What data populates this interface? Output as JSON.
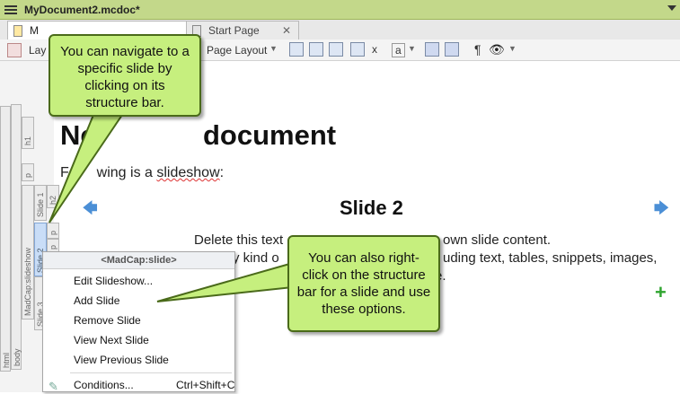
{
  "window": {
    "title": "MyDocument2.mcdoc*"
  },
  "tabs": [
    {
      "label": "M"
    },
    {
      "label": "Start Page",
      "close": "✕"
    }
  ],
  "toolbar": {
    "layout_label": "Lay",
    "page_layout_label": "Page Layout",
    "pilcrow": "¶",
    "letter_a": "a",
    "letter_x": "x"
  },
  "structure_bars": {
    "html": "html",
    "body": "body",
    "h1": "h1",
    "p": "p",
    "h2": "h2",
    "slideshow": "MadCap:slideshow",
    "slide1": "Slide 1",
    "slide2": "Slide 2",
    "slide3": "Slide 3",
    "p_small": "p",
    "p2": "p"
  },
  "document": {
    "heading": "New document",
    "heading_visible": "Ne",
    "para_visible_start": "Fo",
    "para_visible_end": "wing is a ",
    "para_squiggle": "slideshow",
    "para_colon": ":",
    "slide_title": "Slide 2",
    "line1_a": "Delete this text",
    "line1_b": "own slide content.",
    "line2_a": "y kind o",
    "line2_b": "uding text, tables, snippets, images,",
    "line3": "e.",
    "add_icon": "+",
    "prev_arrow": "🡄",
    "next_arrow": "🡆"
  },
  "context_menu": {
    "header": "<MadCap:slide>",
    "items": [
      "Edit Slideshow...",
      "Add Slide",
      "Remove Slide",
      "View Next Slide",
      "View Previous Slide"
    ],
    "conditions": "Conditions...",
    "conditions_shortcut": "Ctrl+Shift+C"
  },
  "callouts": {
    "top": "You can navigate to a specific slide by clicking on its structure bar.",
    "right": "You can also right-click on the structure bar for a slide and use these options."
  },
  "colors": {
    "callout_fill": "#c6ef7e",
    "titlebar": "#c3d88a",
    "slide_arrow": "#4b8fd6",
    "plus": "#2fa52f"
  }
}
